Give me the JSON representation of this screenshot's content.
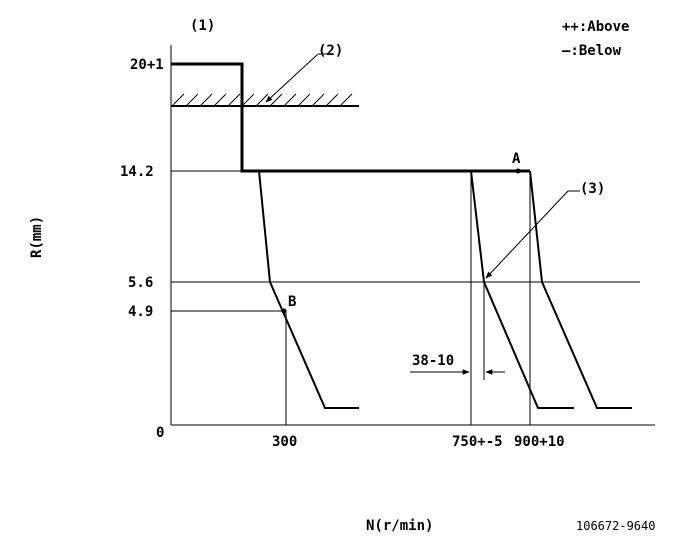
{
  "labels": {
    "ref1": "(1)",
    "ref2": "(2)",
    "ref3": "(3)",
    "legend_above": "++:Above",
    "legend_below": "—:Below",
    "y_axis": "R(mm)",
    "x_axis": "N(r/min)",
    "doc_number": "106672-9640",
    "point_a": "A",
    "point_b": "B",
    "gap": "38-10"
  },
  "y_ticks": {
    "t0": "0",
    "t1": "4.9",
    "t2": "5.6",
    "t3": "14.2",
    "t4": "20+1"
  },
  "x_ticks": {
    "t1": "300",
    "t2": "750+-5",
    "t3": "900+10"
  }
}
